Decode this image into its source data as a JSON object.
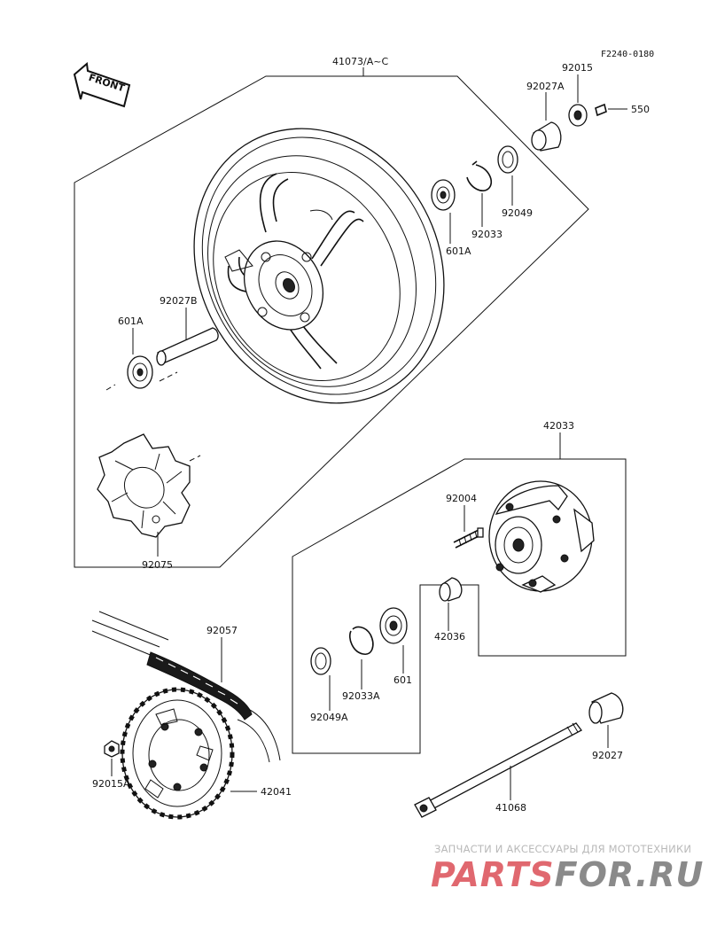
{
  "diagram": {
    "figure_code": "F2240-0180",
    "front_arrow": "FRONT",
    "parts": {
      "p41073": "41073/A~C",
      "p92015": "92015",
      "p92027A": "92027A",
      "p550": "550",
      "p92049": "92049",
      "p92033": "92033",
      "p601A_top": "601A",
      "p92027B": "92027B",
      "p601A_left": "601A",
      "p92075": "92075",
      "p42033": "42033",
      "p92004": "92004",
      "p42036": "42036",
      "p601": "601",
      "p92033A": "92033A",
      "p92049A": "92049A",
      "p92057": "92057",
      "p92015A": "92015A",
      "p42041": "42041",
      "p41068": "41068",
      "p92027": "92027"
    }
  },
  "watermark": {
    "caption": "ЗАПЧАСТИ И АКСЕССУАРЫ ДЛЯ МОТОТЕХНИКИ",
    "brand_left": "PARTS",
    "brand_right": "FOR.RU",
    "color_left": "#e0686f",
    "color_right": "#8a8a8a"
  }
}
